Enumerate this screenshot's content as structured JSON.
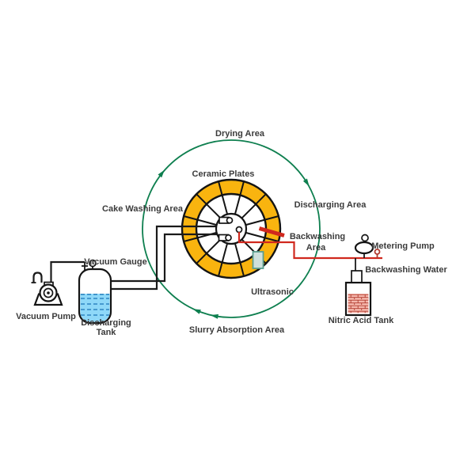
{
  "labels": {
    "drying_area": "Drying Area",
    "ceramic_plates": "Ceramic Plates",
    "cake_washing_area": "Cake Washing Area",
    "discharging_area": "Discharging Area",
    "backwashing_area": {
      "line1": "Backwashing",
      "line2": "Area"
    },
    "metering_pump": "Metering Pump",
    "backwashing_water": "Backwashing Water",
    "ultrasonic": "Ultrasonic",
    "slurry_absorption_area": "Slurry Absorption Area",
    "nitric_acid_tank": "Nitric Acid Tank",
    "vacuum_gauge": "Vacuum Gauge",
    "vacuum_pump": "Vacuum Pump",
    "discharging_tank": {
      "line1": "Discharging",
      "line2": "Tank"
    }
  },
  "colors": {
    "rotation_circle_green": "#0e7f4f",
    "ceramic_ring_yellow": "#f9b40f",
    "backwash_red": "#d0281e",
    "line_black": "#1a1a1a",
    "water_blue": "#8ed8f8",
    "water_dash_blue": "#2e86c1",
    "acid_pink": "#f5b7ac",
    "acid_line_red": "#b03a2e",
    "ultrasonic_teal_fill": "#cfe0dc",
    "ultrasonic_teal_stroke": "#5b9e8f",
    "label_text": "#3b3b3b"
  }
}
